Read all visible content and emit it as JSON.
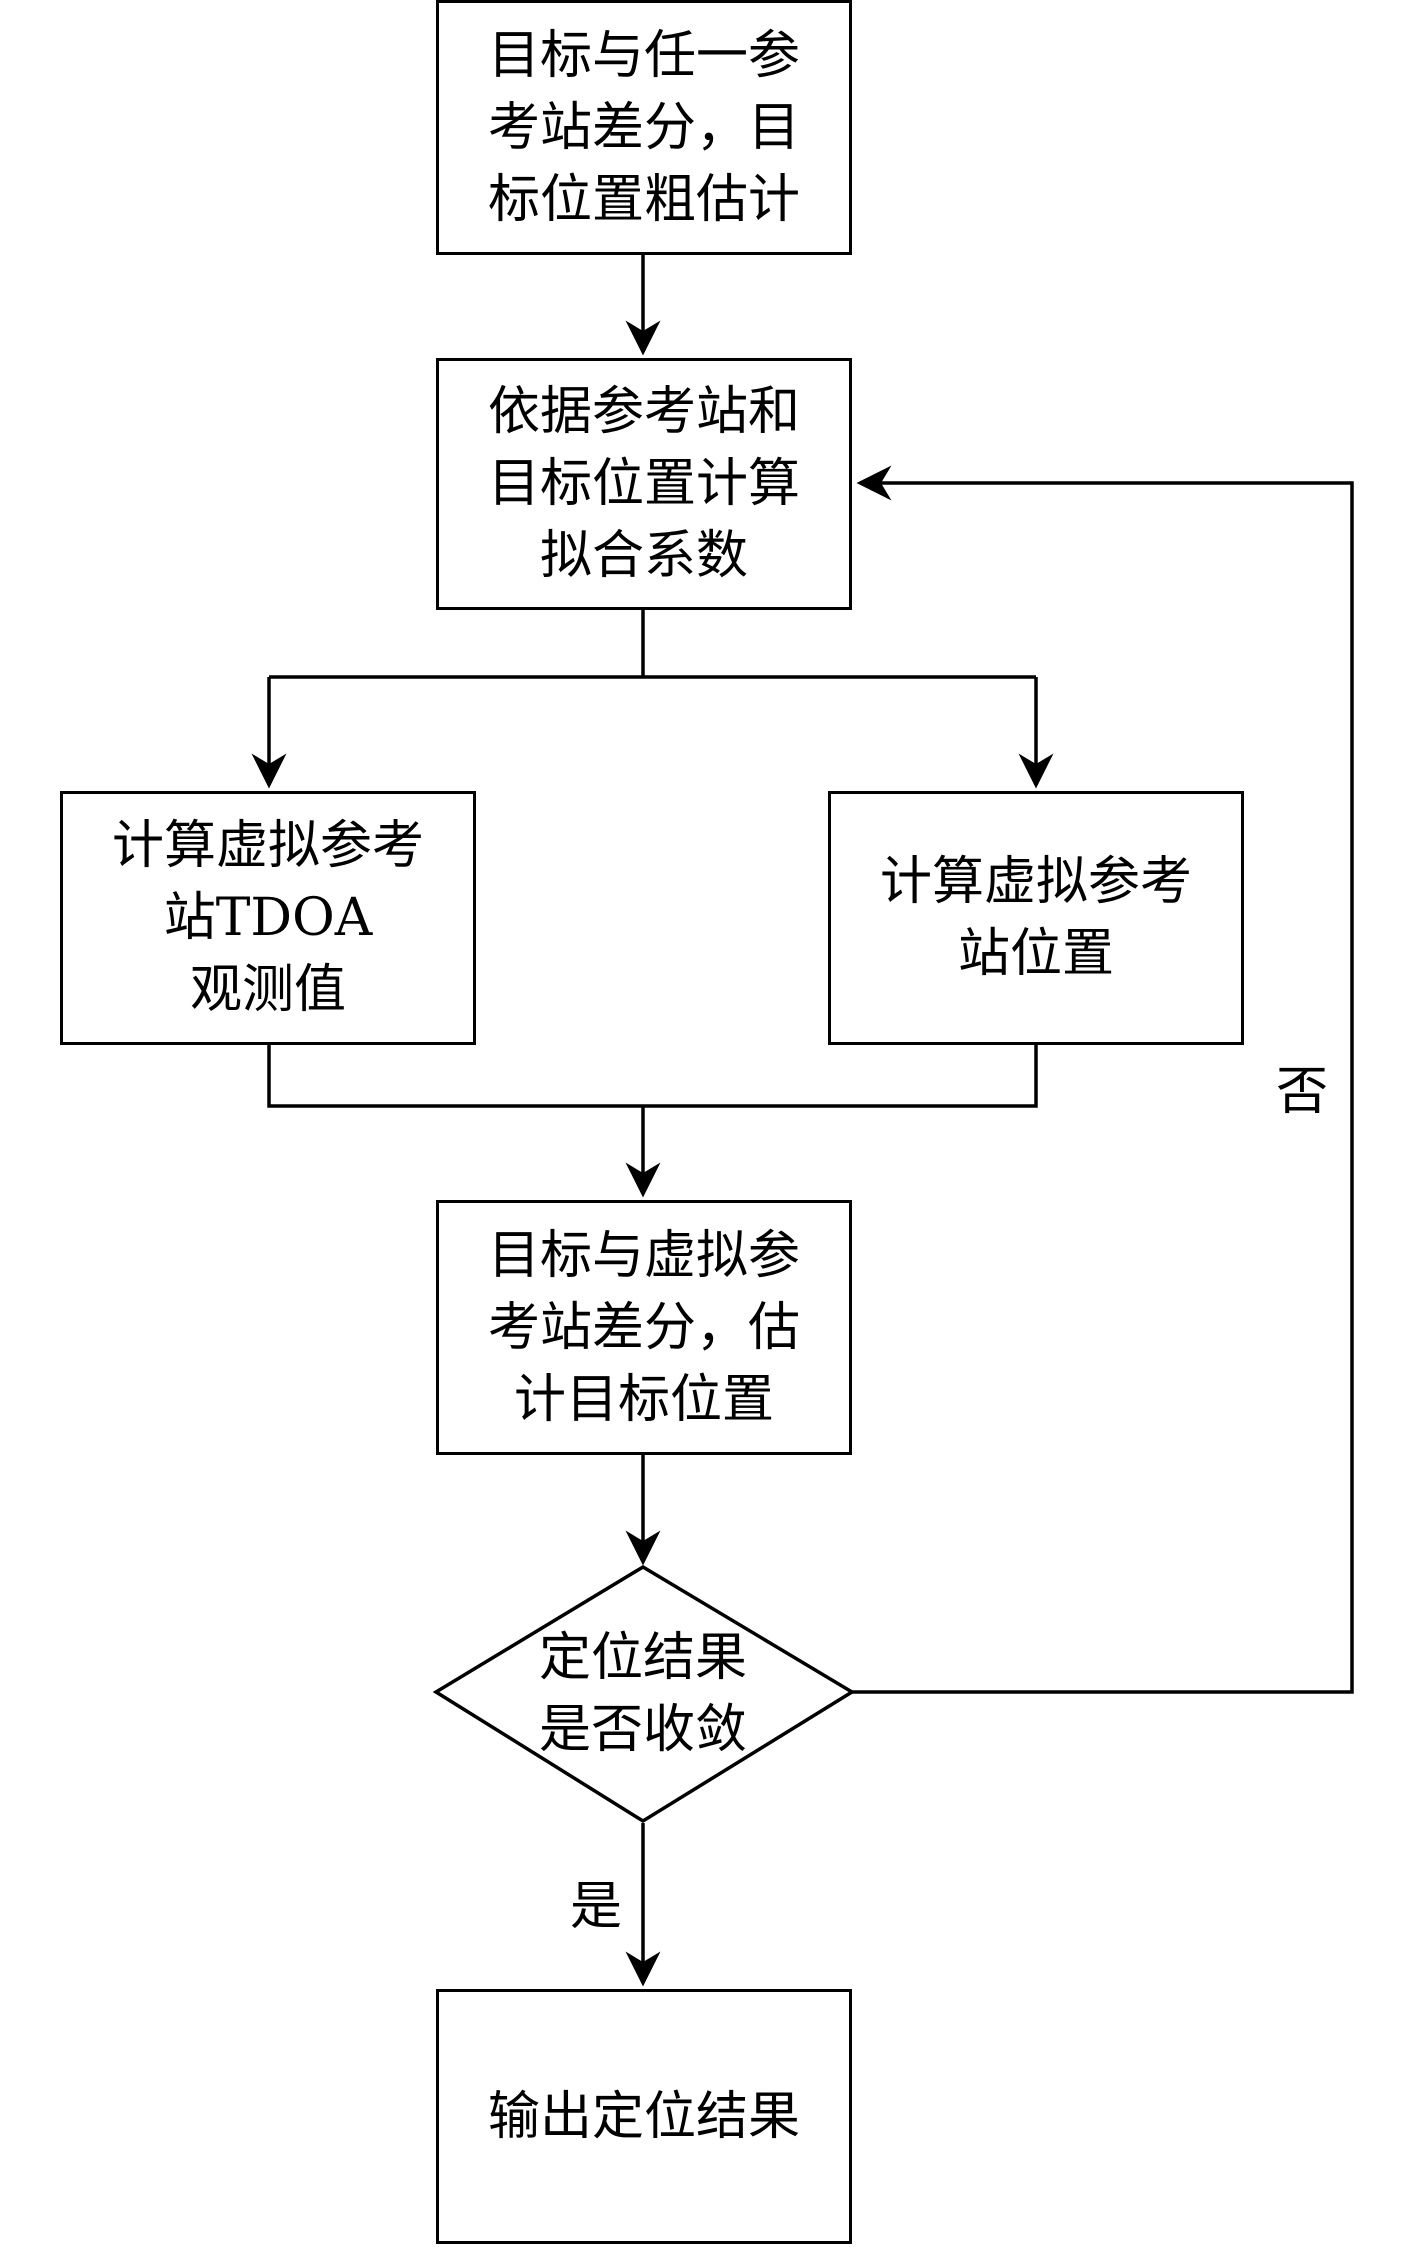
{
  "nodes": {
    "start": {
      "text": "目标与任一参\n考站差分，目\n标位置粗估计"
    },
    "calc_coef": {
      "text": "依据参考站和\n目标位置计算\n拟合系数"
    },
    "calc_tdoa": {
      "text": "计算虚拟参考\n站TDOA\n观测值"
    },
    "calc_vpos": {
      "text": "计算虚拟参考\n站位置"
    },
    "estimate": {
      "text": "目标与虚拟参\n考站差分，估\n计目标位置"
    },
    "decision": {
      "text": "定位结果\n是否收敛"
    },
    "output": {
      "text": "输出定位结果"
    }
  },
  "edge_labels": {
    "no": "否",
    "yes": "是"
  }
}
